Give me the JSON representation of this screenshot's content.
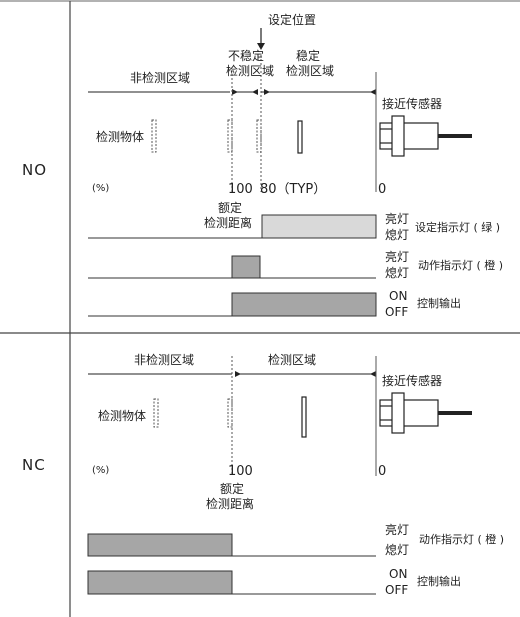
{
  "no_section": {
    "mode_label": "NO",
    "set_position": "设定位置",
    "unstable_zone": "不稳定\n检测区域",
    "unstable_line1": "不稳定",
    "unstable_line2": "检测区域",
    "stable_line1": "稳定",
    "stable_line2": "检测区域",
    "non_detect_zone": "非检测区域",
    "sensor_label": "接近传感器",
    "object_label": "检测物体",
    "percent_label": "(%)",
    "tick_100": "100",
    "tick_80": "80（TYP）",
    "tick_0": "0",
    "rated_line1": "额定",
    "rated_line2": "检测距离",
    "on_lamp": "亮灯",
    "off_lamp": "熄灯",
    "setting_indicator": "设定指示灯 ( 绿 )",
    "operation_indicator": "动作指示灯 ( 橙 )",
    "on": "ON",
    "off": "OFF",
    "control_output": "控制输出"
  },
  "nc_section": {
    "mode_label": "NC",
    "non_detect_zone": "非检测区域",
    "detect_zone": "检测区域",
    "sensor_label": "接近传感器",
    "object_label": "检测物体",
    "percent_label": "(%)",
    "tick_100": "100",
    "tick_0": "0",
    "rated_line1": "额定",
    "rated_line2": "检测距离",
    "on_lamp": "亮灯",
    "off_lamp": "熄灯",
    "operation_indicator": "动作指示灯 ( 橙 )",
    "on": "ON",
    "off": "OFF",
    "control_output": "控制输出"
  },
  "colors": {
    "light_fill": "#d9d9d9",
    "dark_fill": "#a6a6a6",
    "line": "#333333"
  }
}
